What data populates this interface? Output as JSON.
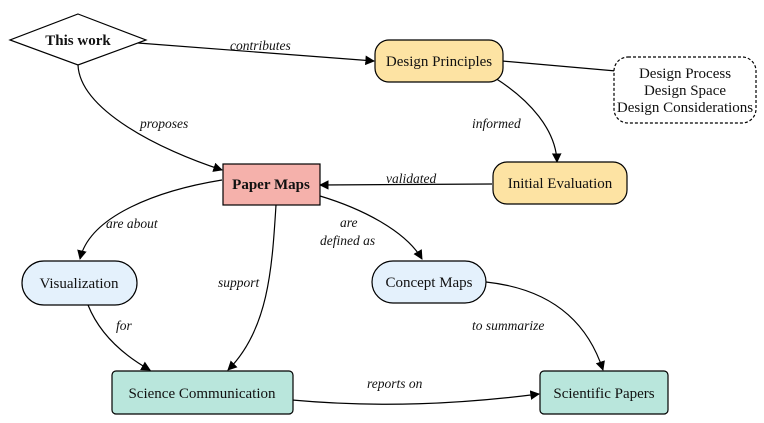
{
  "nodes": {
    "this_work": {
      "label": "This work",
      "fill": "#ffffff"
    },
    "design_principles": {
      "label": "Design Principles",
      "fill": "#fde3a3"
    },
    "design_details": {
      "lines": [
        "Design Process",
        "Design Space",
        "Design Considerations"
      ],
      "fill": "#ffffff"
    },
    "paper_maps": {
      "label": "Paper Maps",
      "fill": "#f5b1ab"
    },
    "initial_evaluation": {
      "label": "Initial Evaluation",
      "fill": "#fde3a3"
    },
    "visualization": {
      "label": "Visualization",
      "fill": "#e4f1fc"
    },
    "concept_maps": {
      "label": "Concept Maps",
      "fill": "#e4f1fc"
    },
    "science_communication": {
      "label": "Science Communication",
      "fill": "#b9e6dc"
    },
    "scientific_papers": {
      "label": "Scientific Papers",
      "fill": "#b9e6dc"
    }
  },
  "edges": {
    "contributes": "contributes",
    "proposes": "proposes",
    "informed": "informed",
    "validated": "validated",
    "are_about": "are about",
    "support": "support",
    "are_defined_as_1": "are",
    "are_defined_as_2": "defined as",
    "for": "for",
    "to_summarize": "to summarize",
    "reports_on": "reports on"
  }
}
